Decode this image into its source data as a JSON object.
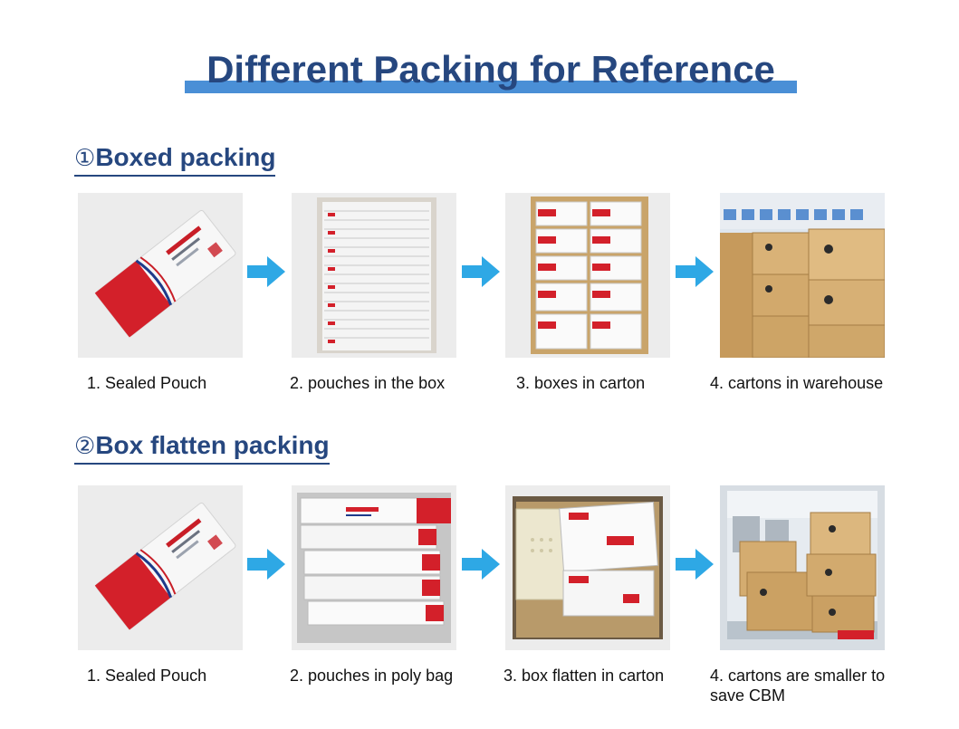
{
  "page": {
    "title": "Different Packing for Reference"
  },
  "sections": [
    {
      "marker": "①",
      "heading": "Boxed packing",
      "steps": [
        {
          "caption": "1. Sealed Pouch",
          "photo_icon": "sealed-pouch-photo"
        },
        {
          "caption": "2. pouches in the box",
          "photo_icon": "pouches-in-box-photo"
        },
        {
          "caption": "3. boxes  in carton",
          "photo_icon": "boxes-in-carton-photo"
        },
        {
          "caption": "4. cartons in warehouse",
          "photo_icon": "cartons-warehouse-photo"
        }
      ]
    },
    {
      "marker": "②",
      "heading": "Box flatten packing",
      "steps": [
        {
          "caption": "1. Sealed Pouch",
          "photo_icon": "sealed-pouch-photo"
        },
        {
          "caption": "2. pouches in poly bag",
          "photo_icon": "pouches-poly-bag-photo"
        },
        {
          "caption": "3. box flatten in carton",
          "photo_icon": "box-flatten-carton-photo"
        },
        {
          "caption": "4. cartons are smaller to save CBM",
          "photo_icon": "cartons-smaller-photo"
        }
      ]
    }
  ],
  "colors": {
    "title_text": "#26477f",
    "title_bar": "#4a8fd6",
    "arrow": "#2ea8e5",
    "carton": "#c9a46a",
    "brand_red": "#d3202a"
  }
}
